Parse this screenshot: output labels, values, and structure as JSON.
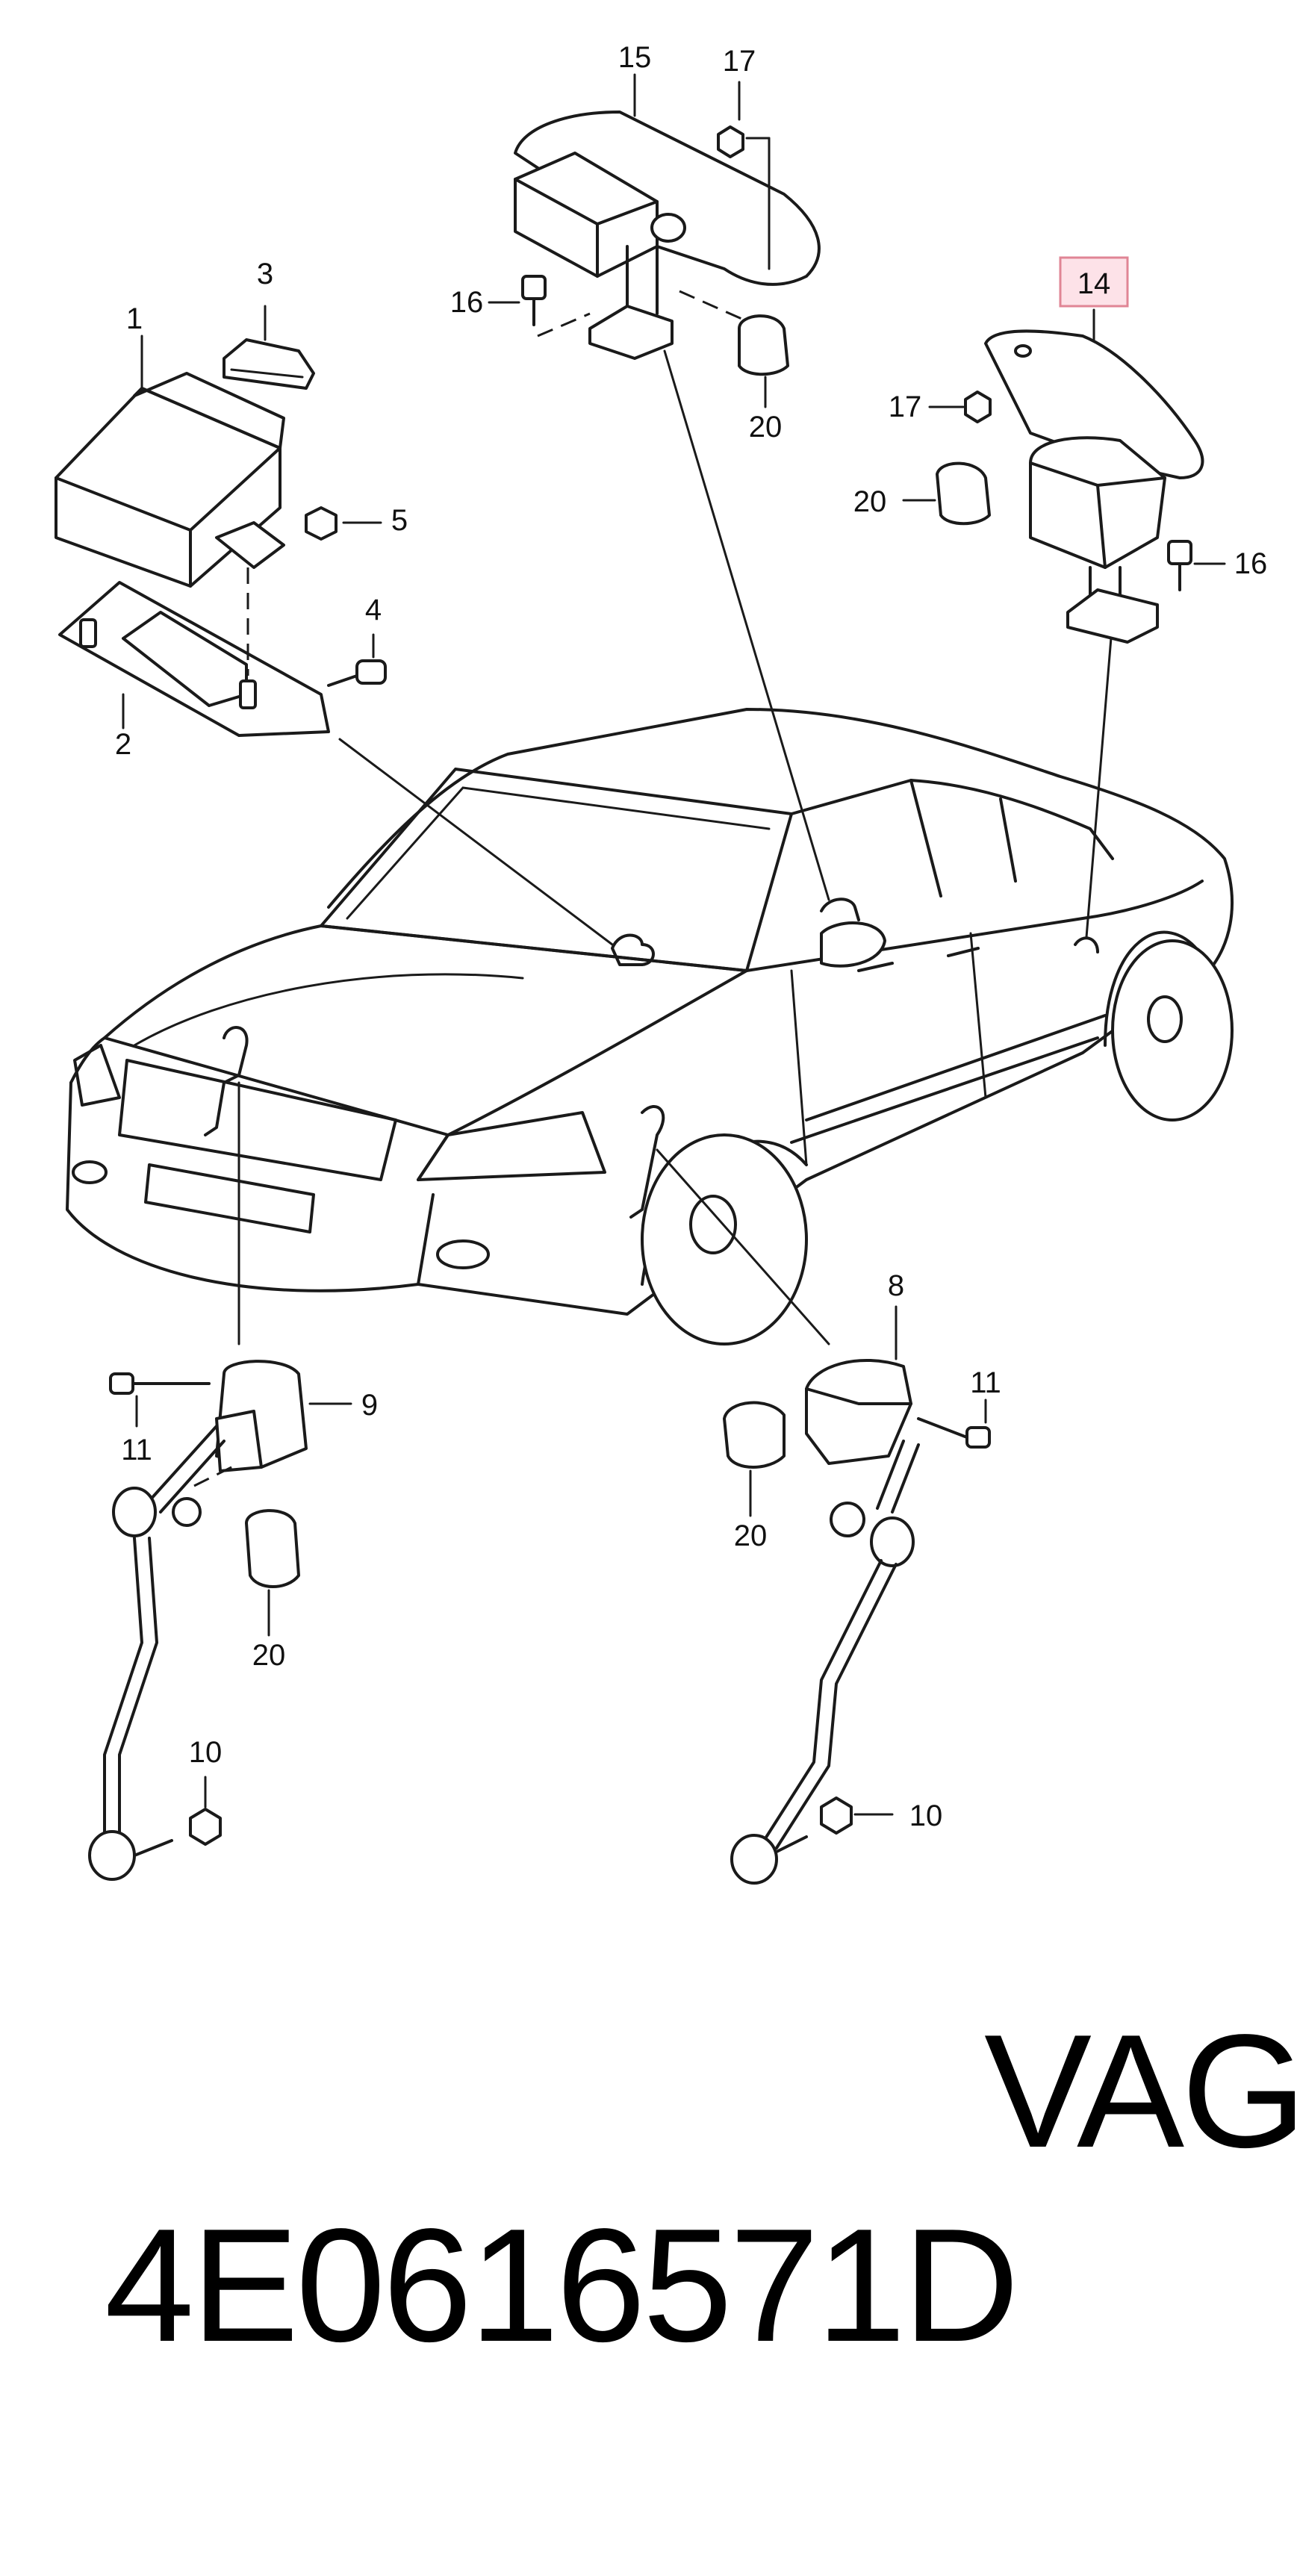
{
  "callouts": [
    {
      "id": "c1",
      "text": "1"
    },
    {
      "id": "c2",
      "text": "2"
    },
    {
      "id": "c3",
      "text": "3"
    },
    {
      "id": "c4",
      "text": "4"
    },
    {
      "id": "c5",
      "text": "5"
    },
    {
      "id": "c8",
      "text": "8"
    },
    {
      "id": "c9",
      "text": "9"
    },
    {
      "id": "c10a",
      "text": "10"
    },
    {
      "id": "c10b",
      "text": "10"
    },
    {
      "id": "c11a",
      "text": "11"
    },
    {
      "id": "c11b",
      "text": "11"
    },
    {
      "id": "c14",
      "text": "14"
    },
    {
      "id": "c15",
      "text": "15"
    },
    {
      "id": "c16a",
      "text": "16"
    },
    {
      "id": "c16b",
      "text": "16"
    },
    {
      "id": "c17a",
      "text": "17"
    },
    {
      "id": "c17b",
      "text": "17"
    },
    {
      "id": "c20a",
      "text": "20"
    },
    {
      "id": "c20b",
      "text": "20"
    },
    {
      "id": "c20c",
      "text": "20"
    },
    {
      "id": "c20d",
      "text": "20"
    }
  ],
  "highlight": {
    "callout": "14",
    "fill": "#fde2e8",
    "stroke": "#e08595"
  },
  "footer": {
    "part_number": "4E0616571D",
    "brand": "VAG"
  }
}
